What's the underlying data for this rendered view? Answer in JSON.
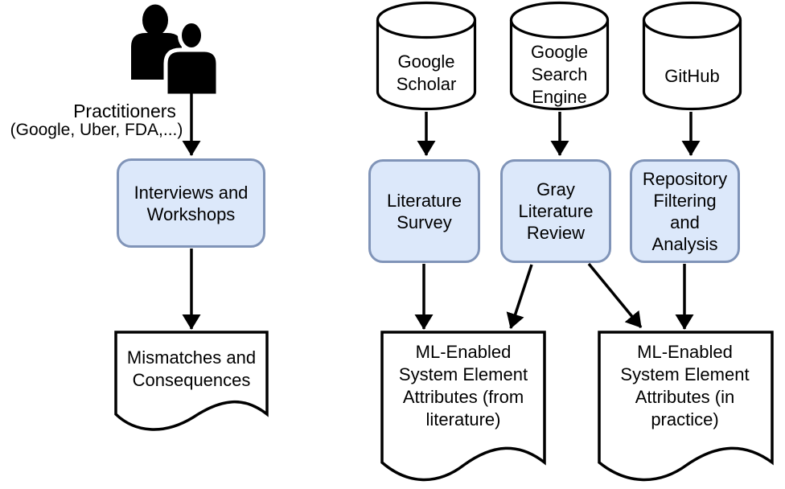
{
  "diagram": {
    "left_flow": {
      "practitioners_title": "Practitioners",
      "practitioners_subtitle": "(Google, Uber, FDA,...)",
      "interviews_box": "Interviews and\nWorkshops",
      "mismatches_doc": "Mismatches and\nConsequences"
    },
    "data_sources": {
      "google_scholar": "Google\nScholar",
      "google_search": "Google\nSearch\nEngine",
      "github": "GitHub"
    },
    "processes": {
      "literature_survey": "Literature\nSurvey",
      "gray_literature_review": "Gray\nLiterature\nReview",
      "repository_filtering": "Repository\nFiltering\nand\nAnalysis"
    },
    "outputs": {
      "attributes_from_literature": "ML-Enabled\nSystem Element\nAttributes (from\nliterature)",
      "attributes_in_practice": "ML-Enabled\nSystem Element\nAttributes (in\npractice)"
    }
  },
  "colors": {
    "background": "#ffffff",
    "line": "#000000",
    "icon": "#000000",
    "shape-fill": "#ffffff",
    "process-fill": "#dce8fa",
    "process-border": "#8094b8"
  }
}
